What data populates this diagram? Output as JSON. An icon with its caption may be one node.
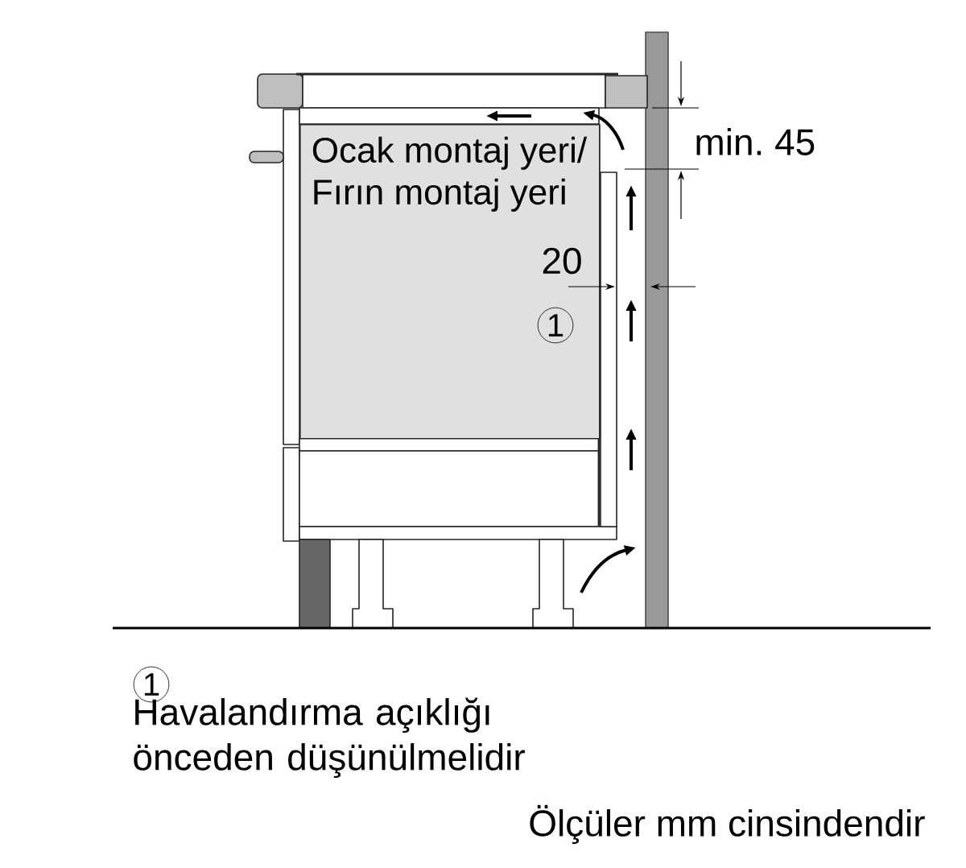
{
  "diagram": {
    "nodes": [
      {
        "text": [
          "Ocak montaj yeri/ Fırın montaj yeri"
        ]
      }
    ],
    "labels": [
      "min. 45",
      "20",
      "1",
      "1",
      "Havalandırma açıklığı önceden düşünülmelidir",
      "Ölçüler mm cinsindendir"
    ]
  }
}
